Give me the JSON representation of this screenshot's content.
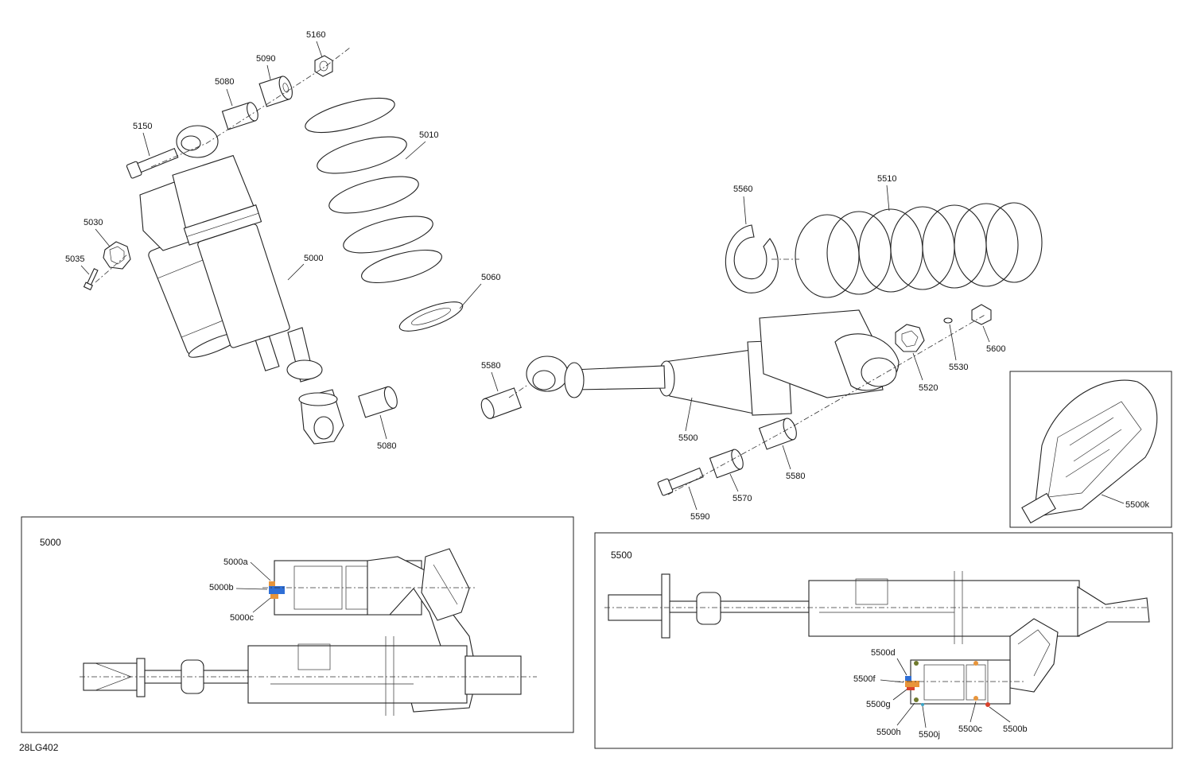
{
  "diagram_code": "28LG402",
  "callouts": {
    "c5000": "5000",
    "c5010": "5010",
    "c5030": "5030",
    "c5035": "5035",
    "c5060": "5060",
    "c5080a": "5080",
    "c5080b": "5080",
    "c5090": "5090",
    "c5150": "5150",
    "c5160": "5160",
    "c5500": "5500",
    "c5510": "5510",
    "c5520": "5520",
    "c5530": "5530",
    "c5560": "5560",
    "c5570": "5570",
    "c5580a": "5580",
    "c5580b": "5580",
    "c5590": "5590",
    "c5600": "5600"
  },
  "detail_5000": {
    "title": "5000",
    "a": "5000a",
    "b": "5000b",
    "c": "5000c"
  },
  "detail_5500": {
    "title": "5500",
    "d": "5500d",
    "f": "5500f",
    "g": "5500g",
    "h": "5500h",
    "j": "5500j",
    "c": "5500c",
    "b": "5500b"
  },
  "detail_5500k": {
    "k": "5500k"
  },
  "colors": {
    "seal_blue": "#2f6fd6",
    "seal_orange": "#e8953a",
    "seal_red": "#d9412b",
    "seal_olive": "#6f7a2c",
    "seal_cyan": "#3aa6c9"
  }
}
